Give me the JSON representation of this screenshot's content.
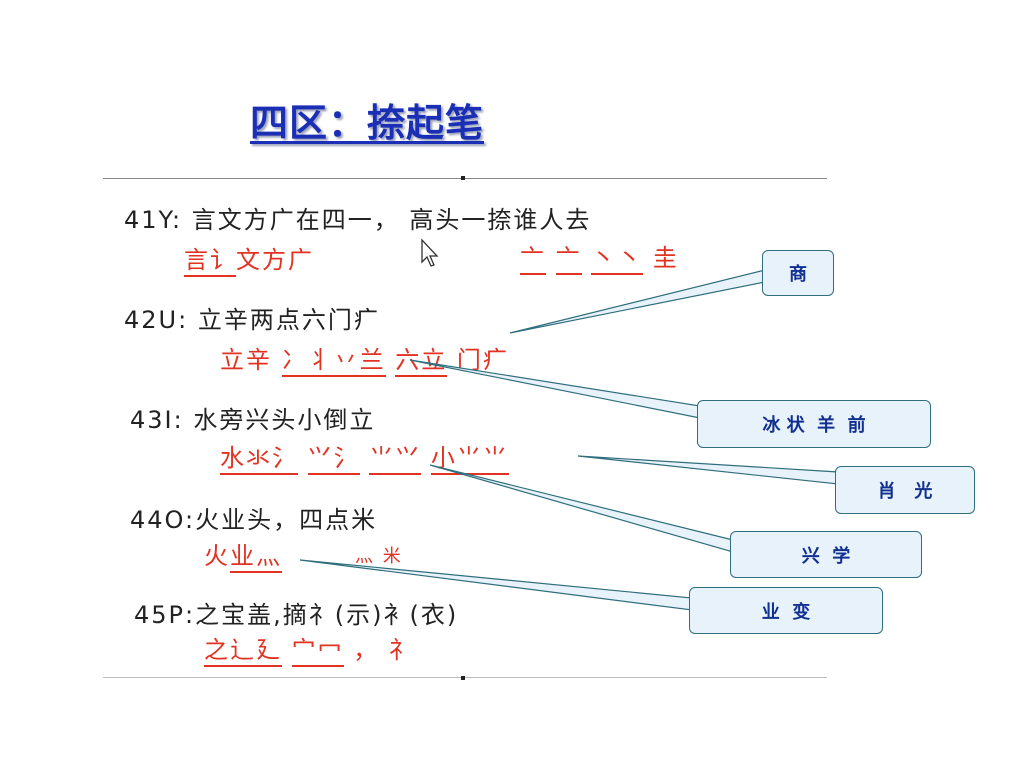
{
  "title": "四区：捺起笔",
  "rows": [
    {
      "code": "41Y:",
      "text": "言文方广在四一， 高头一捺谁人去",
      "roots": [
        "言",
        "讠",
        "文方广"
      ],
      "roots2": [
        "亠",
        "亠",
        "丶丶",
        "圭"
      ]
    },
    {
      "code": "42U:",
      "text": "立辛两点六门疒",
      "roots": [
        "立辛",
        "冫丬丷",
        "兰",
        "六",
        "立",
        "门疒"
      ]
    },
    {
      "code": "43I:",
      "text": "水旁兴头小倒立",
      "roots": [
        "水",
        "氺",
        "氵",
        "⺍",
        "氵",
        "⺌",
        "⺍",
        "小",
        "⺌",
        "⺌"
      ]
    },
    {
      "code": "44O:",
      "text": "火业头，四点米",
      "roots": [
        "火",
        "业",
        "灬",
        "米"
      ]
    },
    {
      "code": "45P:",
      "text": "之宝盖,摘礻(示)衤(衣)",
      "roots": [
        "之",
        "辶",
        "廴",
        "宀",
        "冖",
        "，",
        "礻"
      ]
    }
  ],
  "callouts": [
    "商",
    "冰 状  羊  前",
    "肖   光",
    "兴  学",
    "业  变"
  ],
  "icons": {
    "cursor": "mouse-pointer-icon"
  },
  "colors": {
    "title": "#1a2fb5",
    "root_red": "#e23222",
    "callout_fill": "#e7f2fb",
    "callout_border": "#2f6e7c",
    "callout_text": "#123090"
  }
}
